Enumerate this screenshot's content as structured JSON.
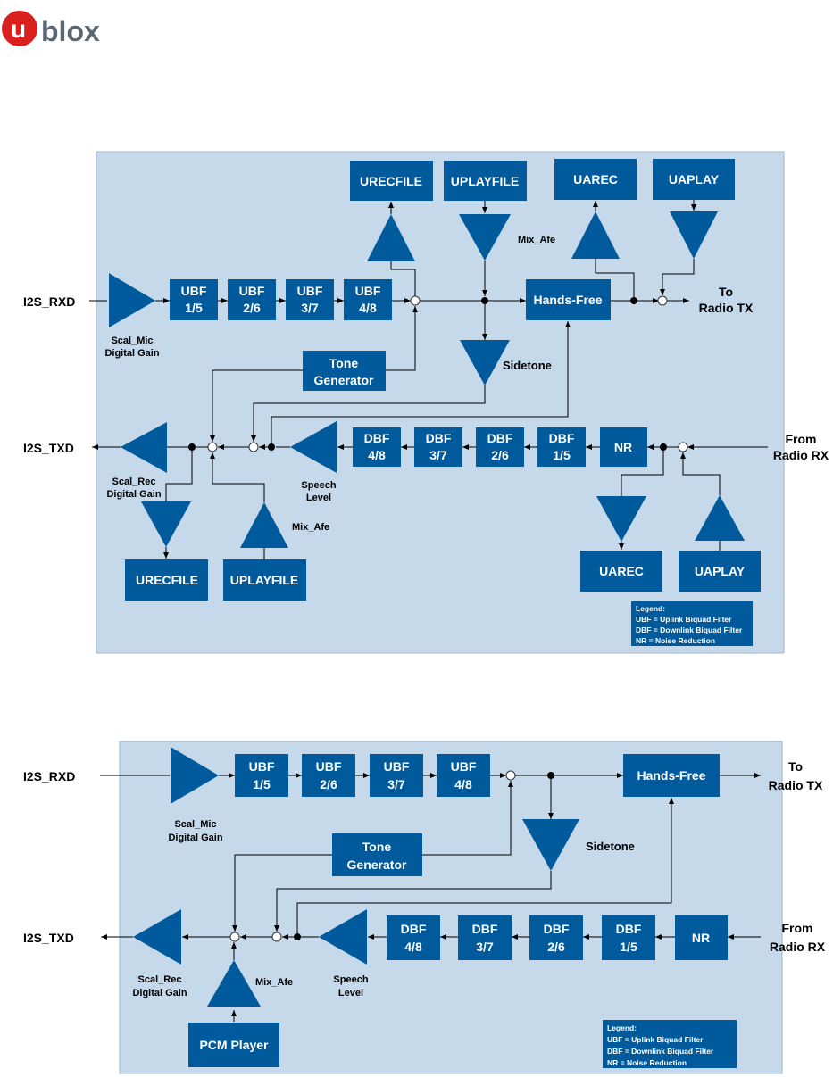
{
  "logo": {
    "text": "ublox",
    "brand_color": "#d9201f",
    "accent_color": "#5a6670"
  },
  "colors": {
    "block": "#005a9c",
    "panel": "#c5d9ea"
  },
  "diagram1": {
    "inputs": {
      "rxd": "I2S_RXD",
      "txd": "I2S_TXD",
      "from_radio": [
        "From",
        "Radio RX"
      ],
      "to_radio": [
        "To",
        "Radio TX"
      ]
    },
    "ubf": [
      [
        "UBF",
        "1/5"
      ],
      [
        "UBF",
        "2/6"
      ],
      [
        "UBF",
        "3/7"
      ],
      [
        "UBF",
        "4/8"
      ]
    ],
    "dbf": [
      [
        "DBF",
        "4/8"
      ],
      [
        "DBF",
        "3/7"
      ],
      [
        "DBF",
        "2/6"
      ],
      [
        "DBF",
        "1/5"
      ]
    ],
    "nr": "NR",
    "hands_free": "Hands-Free",
    "tone_generator": [
      "Tone",
      "Generator"
    ],
    "top_blocks": {
      "urecfile": "URECFILE",
      "uplayfile": "UPLAYFILE",
      "uarec": "UAREC",
      "uaplay": "UAPLAY"
    },
    "bottom_blocks": {
      "urecfile": "URECFILE",
      "uplayfile": "UPLAYFILE",
      "uarec": "UAREC",
      "uaplay": "UAPLAY"
    },
    "labels": {
      "scal_mic": [
        "Scal_Mic",
        "Digital Gain"
      ],
      "scal_rec": [
        "Scal_Rec",
        "Digital Gain"
      ],
      "speech": [
        "Speech",
        "Level"
      ],
      "mix_afe_top": "Mix_Afe",
      "mix_afe_bottom": "Mix_Afe",
      "sidetone": "Sidetone"
    },
    "legend": [
      "Legend:",
      "UBF = Uplink Biquad Filter",
      "DBF = Downlink Biquad Filter",
      "NR = Noise Reduction"
    ]
  },
  "diagram2": {
    "inputs": {
      "rxd": "I2S_RXD",
      "txd": "I2S_TXD",
      "from_radio": [
        "From",
        "Radio RX"
      ],
      "to_radio": [
        "To",
        "Radio TX"
      ]
    },
    "ubf": [
      [
        "UBF",
        "1/5"
      ],
      [
        "UBF",
        "2/6"
      ],
      [
        "UBF",
        "3/7"
      ],
      [
        "UBF",
        "4/8"
      ]
    ],
    "dbf": [
      [
        "DBF",
        "4/8"
      ],
      [
        "DBF",
        "3/7"
      ],
      [
        "DBF",
        "2/6"
      ],
      [
        "DBF",
        "1/5"
      ]
    ],
    "nr": "NR",
    "hands_free": "Hands-Free",
    "tone_generator": [
      "Tone",
      "Generator"
    ],
    "pcm_player": "PCM Player",
    "labels": {
      "scal_mic": [
        "Scal_Mic",
        "Digital Gain"
      ],
      "scal_rec": [
        "Scal_Rec",
        "Digital Gain"
      ],
      "speech": [
        "Speech",
        "Level"
      ],
      "mix_afe": "Mix_Afe",
      "sidetone": "Sidetone"
    },
    "legend": [
      "Legend:",
      "UBF = Uplink Biquad Filter",
      "DBF = Downlink Biquad Filter",
      "NR = Noise Reduction"
    ]
  }
}
